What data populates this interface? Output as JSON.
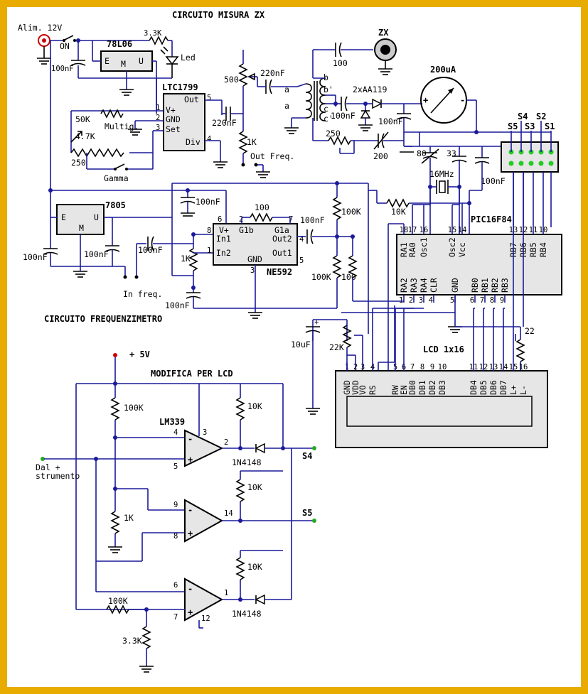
{
  "titles": {
    "zx": "CIRCUITO MISURA ZX",
    "freq": "CIRCUITO FREQUENZIMETRO",
    "lcdmod": "MODIFICA PER LCD"
  },
  "labels": {
    "supply": "Alim. 12V",
    "on": "ON",
    "led": "Led",
    "multig": "Multig.",
    "gamma": "Gamma",
    "out_freq": "Out Freq.",
    "in_freq": "In freq.",
    "zx": "ZX",
    "meter": "200uA",
    "xtal": "16MHz",
    "diodes_pair": "2xAA119",
    "dal_strumento_1": "Dal +",
    "dal_strumento_2": "strumento",
    "plus5v": "+ 5V",
    "s4": "S4",
    "s5": "S5",
    "s3": "S3",
    "s2": "S2",
    "s1": "S1",
    "s4b": "S4",
    "s5b": "S5",
    "tr_a1": "a",
    "tr_a2": "a",
    "tr_b": "b",
    "tr_bp": "b'",
    "tr_c": "c",
    "tr_cp": "c'"
  },
  "parts": {
    "u78l06": "78L06",
    "u78l06_e": "E",
    "u78l06_m": "M",
    "u78l06_u": "U",
    "ltc": "LTC1799",
    "ltc_out": "Out",
    "ltc_vplus": "V+",
    "ltc_gnd": "GND",
    "ltc_set": "Set",
    "ltc_div": "Div",
    "u7805": "7805",
    "u7805_e": "E",
    "u7805_m": "M",
    "u7805_u": "U",
    "ne": "NE592",
    "ne_vplus": "V+",
    "ne_g1b": "G1b",
    "ne_g1a": "G1a",
    "ne_in1": "In1",
    "ne_in2": "In2",
    "ne_out2": "Out2",
    "ne_out1": "Out1",
    "ne_gnd": "GND",
    "pic": "PIC16F84",
    "lcd": "LCD 1x16",
    "lm339": "LM339",
    "d1n4148a": "1N4148",
    "d1n4148b": "1N4148"
  },
  "values": {
    "r3k3_top": "3.3K",
    "c100n_a": "100nF",
    "r50k": "50K",
    "r4k7": "4.7K",
    "r250a": "250",
    "r500": "500",
    "c220n_a": "220nF",
    "c220n_b": "220nF",
    "r1k_a": "1K",
    "c100_zx": "100",
    "c100n_b": "100nF",
    "c100n_c": "100nF",
    "r250b": "250",
    "c200": "200",
    "c80": "80",
    "c33": "33",
    "c100n_d": "100nF",
    "r10k_pic": "10K",
    "c100n_e": "100nF",
    "r100": "100",
    "c100n_f": "100nF",
    "r100k_a": "100K",
    "c100n_g": "100nF",
    "c100n_h": "100nF",
    "c100n_i": "100nF",
    "r1k_b": "1K",
    "r100k_b": "100K",
    "r100_b": "100",
    "c100n_j": "100nF",
    "c10u": "10uF",
    "r22k": "22K",
    "r22": "22",
    "r100k_c": "100K",
    "r10k_a": "10K",
    "r10k_b": "10K",
    "r10k_c": "10K",
    "r1k_c": "1K",
    "r100k_d": "100K",
    "r3k3_b": "3.3K"
  },
  "pic_pins_top": [
    {
      "num": "18",
      "name": "RA1"
    },
    {
      "num": "17",
      "name": "RA0"
    },
    {
      "num": "16",
      "name": "Osc1"
    },
    {
      "num": "15",
      "name": "Osc2"
    },
    {
      "num": "14",
      "name": "Vcc"
    },
    {
      "num": "13",
      "name": "RB7"
    },
    {
      "num": "12",
      "name": "RB6"
    },
    {
      "num": "11",
      "name": "RB5"
    },
    {
      "num": "10",
      "name": "RB4"
    }
  ],
  "pic_pins_bottom": [
    {
      "num": "1",
      "name": "RA2"
    },
    {
      "num": "2",
      "name": "RA3"
    },
    {
      "num": "3",
      "name": "RA4"
    },
    {
      "num": "4",
      "name": "CLR"
    },
    {
      "num": "5",
      "name": "GND"
    },
    {
      "num": "6",
      "name": "RB0"
    },
    {
      "num": "7",
      "name": "RB1"
    },
    {
      "num": "8",
      "name": "RB2"
    },
    {
      "num": "9",
      "name": "RB3"
    }
  ],
  "lcd_pins": [
    {
      "num": "1",
      "name": "GND"
    },
    {
      "num": "2",
      "name": "VDD"
    },
    {
      "num": "3",
      "name": "VO"
    },
    {
      "num": "4",
      "name": "RS"
    },
    {
      "num": "5",
      "name": "RW"
    },
    {
      "num": "6",
      "name": "EN"
    },
    {
      "num": "7",
      "name": "DB0"
    },
    {
      "num": "8",
      "name": "DB1"
    },
    {
      "num": "9",
      "name": "DB2"
    },
    {
      "num": "10",
      "name": "DB3"
    },
    {
      "num": "11",
      "name": "DB4"
    },
    {
      "num": "12",
      "name": "DB5"
    },
    {
      "num": "13",
      "name": "DB6"
    },
    {
      "num": "14",
      "name": "DB7"
    },
    {
      "num": "15",
      "name": "L+"
    },
    {
      "num": "16",
      "name": "L-"
    }
  ],
  "pins": {
    "ltc_5": "5",
    "ltc_1": "1",
    "ltc_2": "2",
    "ltc_3": "3",
    "ltc_4": "4",
    "ne_6": "6",
    "ne_2": "2",
    "ne_7": "7",
    "ne_8": "8",
    "ne_4": "4",
    "ne_1": "1",
    "ne_5": "5",
    "ne_3": "3",
    "lm_4": "4",
    "lm_3": "3",
    "lm_5": "5",
    "lm_2": "2",
    "lm_9": "9",
    "lm_14": "14",
    "lm_8": "8",
    "lm_6": "6",
    "lm_1": "1",
    "lm_7": "7",
    "lm_12": "12"
  },
  "colors": {
    "border": "#e8ac00",
    "wire": "#1a1a9a",
    "ic_fill": "#e6e6e6",
    "connector_dot": "#22cc22",
    "plus_mark": "#cc0000",
    "power_jack": "#cc0000"
  }
}
